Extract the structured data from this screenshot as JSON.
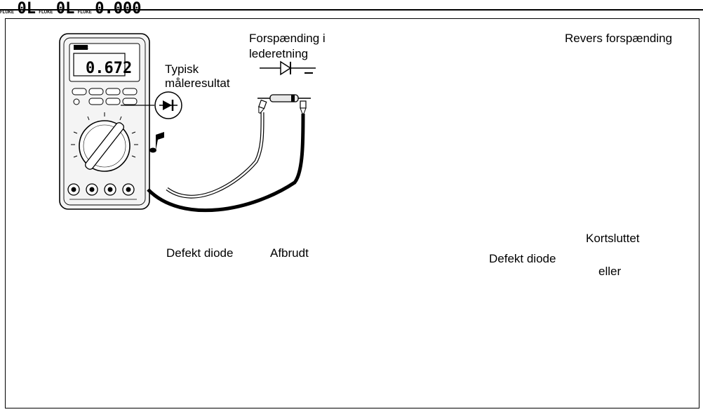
{
  "panels": [
    {
      "id": "forward",
      "reading": "0.672",
      "brand": "FLUKE",
      "labels": [
        "Forspænding i",
        "lederetning",
        "Typisk",
        "måleresultat"
      ],
      "beep": true,
      "beep_waves": false
    },
    {
      "id": "reverse",
      "reading": "0L",
      "brand": "FLUKE",
      "labels": [
        "Revers forspænding"
      ],
      "beep": false,
      "beep_waves": false
    },
    {
      "id": "open",
      "reading": "0L",
      "brand": "FLUKE",
      "labels": [
        "Defekt diode",
        "Afbrudt"
      ],
      "beep": false,
      "beep_waves": false
    },
    {
      "id": "shorted",
      "reading": "0.000",
      "brand": "FLUKE",
      "labels": [
        "Defekt diode",
        "Kortsluttet",
        "eller"
      ],
      "beep": true,
      "beep_waves": true
    }
  ],
  "colors": {
    "ink": "#000000",
    "paper": "#ffffff",
    "body": "#f4f4f4",
    "display": "#fbfbfb"
  },
  "icons": [
    "diode-icon",
    "musical-note-icon",
    "sound-waves-icon",
    "multimeter-icon",
    "test-lead-icon",
    "diode-component-icon"
  ]
}
